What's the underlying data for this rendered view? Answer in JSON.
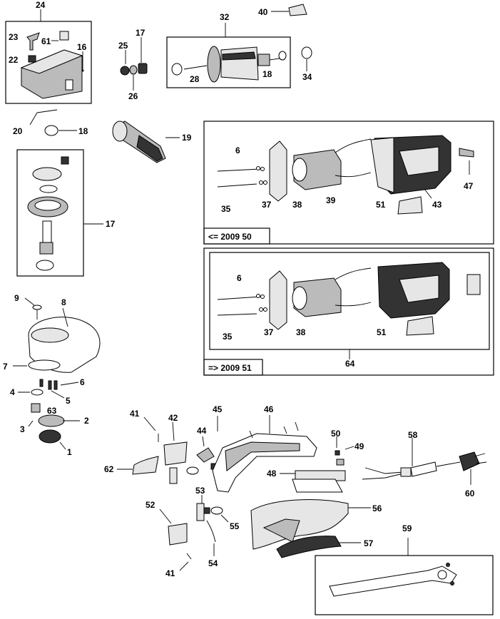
{
  "labels": {
    "l24": "24",
    "l23": "23",
    "l61": "61",
    "l16": "16",
    "l22": "22",
    "l17a": "17",
    "l25": "25",
    "l26": "26",
    "l32": "32",
    "l40": "40",
    "l28": "28",
    "l18a": "18",
    "l34": "34",
    "l20": "20",
    "l18b": "18",
    "l19": "19",
    "l17b": "17",
    "l6a": "6",
    "l35a": "35",
    "l37a": "37",
    "l38a": "38",
    "l39": "39",
    "l51a": "51",
    "l43": "43",
    "l47": "47",
    "l6b": "6",
    "l35b": "35",
    "l37b": "37",
    "l38b": "38",
    "l51b": "51",
    "l64": "64",
    "l9": "9",
    "l8": "8",
    "l7": "7",
    "l6c": "6",
    "l4": "4",
    "l5": "5",
    "l63": "63",
    "l3": "3",
    "l2": "2",
    "l1": "1",
    "l41a": "41",
    "l42": "42",
    "l45": "45",
    "l46": "46",
    "l44": "44",
    "l50": "50",
    "l49": "49",
    "l58": "58",
    "l62": "62",
    "l48": "48",
    "l60": "60",
    "l53": "53",
    "l52": "52",
    "l56": "56",
    "l55": "55",
    "l54": "54",
    "l57": "57",
    "l59": "59",
    "l41b": "41"
  },
  "captions": {
    "version_old": "<= 2009 50",
    "version_new": "=> 2009 51"
  }
}
